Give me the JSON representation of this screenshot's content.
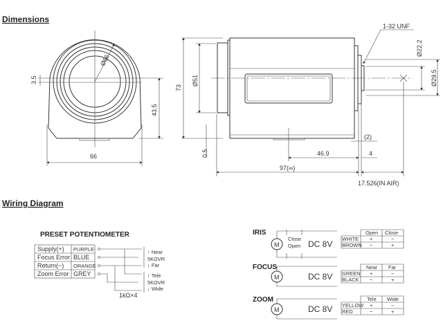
{
  "headings": {
    "dimensions": "Dimensions",
    "wiring": "Wiring Diagram"
  },
  "front_view": {
    "diameter": "Ø66",
    "offset": "3.5",
    "height": "43.5",
    "width": "66"
  },
  "side_view": {
    "height": "73",
    "diameter": "Ø51",
    "offset": "0.5",
    "flange_dist": "46.9",
    "length": "97(∞)",
    "back_focus": "17.526(IN AIR)",
    "gap": "(2)",
    "mount_depth": "4",
    "thread": "1-32 UNF",
    "mount_inner": "Ø22.2",
    "mount_outer": "Ø29.5"
  },
  "preset": {
    "title": "PRESET POTENTIOMETER",
    "rows": [
      {
        "signal": "Supply(+)",
        "color": "PURPLE"
      },
      {
        "signal": "Focus Error",
        "color": "BLUE"
      },
      {
        "signal": "Return(−)",
        "color": "ORANGE"
      },
      {
        "signal": "Zoom Error",
        "color": "GREY"
      }
    ],
    "focus_vr": {
      "top": "↑ Near",
      "value": "5KΩVR",
      "bottom": "↓ Far"
    },
    "zoom_vr": {
      "top": "↑ Tele",
      "value": "5KΩVR",
      "bottom": "↓ Wide"
    },
    "resistors": "1kΩ×4"
  },
  "motors": [
    {
      "name": "IRIS",
      "motor": "M",
      "voltage": "DC 8V",
      "switch_close": "Close",
      "switch_open": "Open",
      "cols": [
        "Open",
        "Close"
      ],
      "rows": [
        [
          "WHITE",
          "+",
          "−"
        ],
        [
          "BROWN",
          "−",
          "+"
        ]
      ]
    },
    {
      "name": "FOCUS",
      "motor": "M",
      "voltage": "DC 8V",
      "cols": [
        "Near",
        "Far"
      ],
      "rows": [
        [
          "GREEN",
          "+",
          "−"
        ],
        [
          "BLACK",
          "−",
          "+"
        ]
      ]
    },
    {
      "name": "ZOOM",
      "motor": "M",
      "voltage": "DC 8V",
      "cols": [
        "Tele",
        "Wide"
      ],
      "rows": [
        [
          "YELLOW",
          "+",
          "−"
        ],
        [
          "RED",
          "−",
          "+"
        ]
      ]
    }
  ]
}
